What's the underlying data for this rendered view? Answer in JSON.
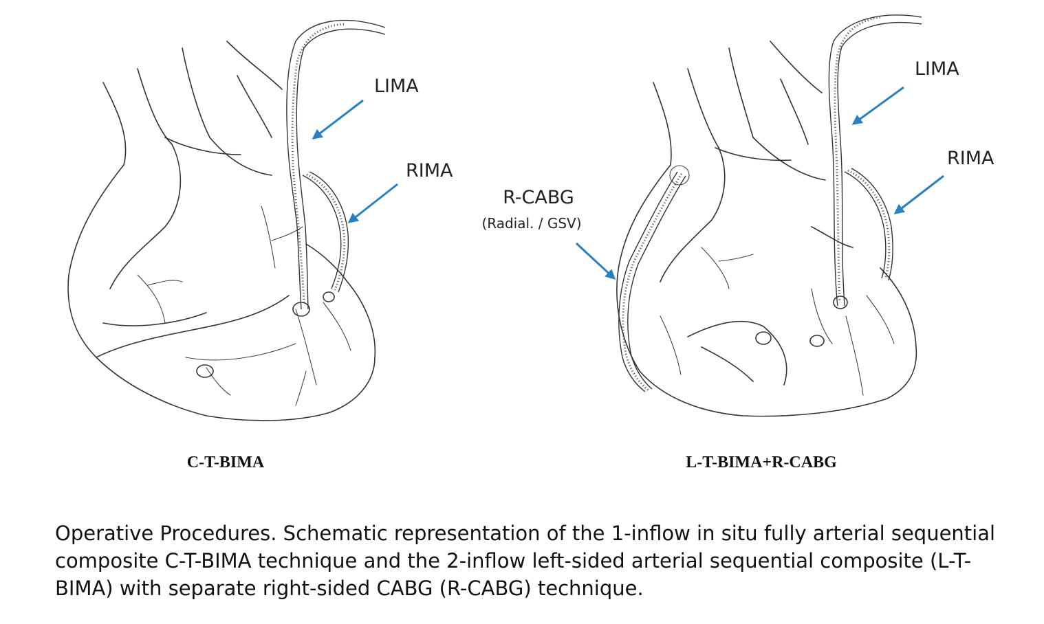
{
  "panels": [
    {
      "title": "C-T-BIMA",
      "labels": {
        "lima": "LIMA",
        "rima": "RIMA"
      }
    },
    {
      "title": "L-T-BIMA+R-CABG",
      "labels": {
        "lima": "LIMA",
        "rima": "RIMA",
        "rcabg": "R-CABG",
        "rcabg_sub": "(Radial. / GSV)"
      }
    }
  ],
  "caption": "Operative Procedures. Schematic representation of the 1-inflow in situ fully arterial sequential composite C-T-BIMA technique and the 2-inflow left-sided arterial sequential composite (L-T-BIMA) with separate right-sided CABG (R-CABG) technique.",
  "colors": {
    "arrow": "#2a7fbf",
    "ink": "#333333"
  }
}
